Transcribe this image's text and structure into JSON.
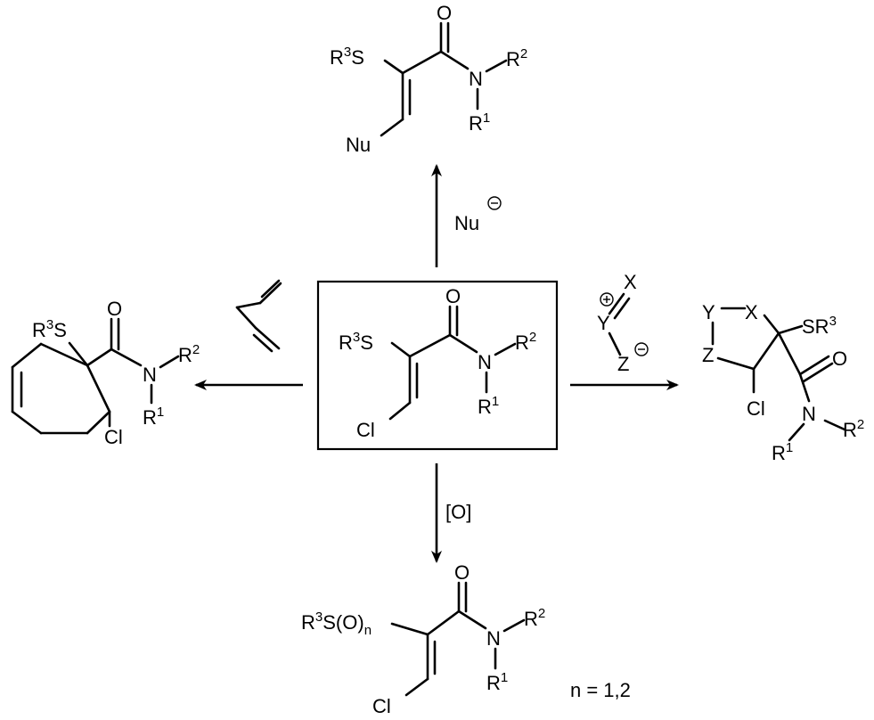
{
  "labels": {
    "R3S": "R",
    "R3S_sup": "3",
    "R3S_tail": "S",
    "N": "N",
    "R1": "R",
    "R1_sup": "1",
    "R2": "R",
    "R2_sup": "2",
    "O": "O",
    "Cl": "Cl",
    "Nu": "Nu",
    "SR3": "SR",
    "SR3_sup": "3",
    "X": "X",
    "Y": "Y",
    "Z": "Z",
    "sulfoxide_main": "R",
    "sulfoxide_sup": "3",
    "sulfoxide_tail": "S(O)",
    "sulfoxide_sub": "n",
    "n_note": "n = 1,2"
  },
  "reagents": {
    "top": "Nu",
    "bottom": "[O]",
    "right_ylide": [
      "Y",
      "X",
      "Z"
    ]
  }
}
